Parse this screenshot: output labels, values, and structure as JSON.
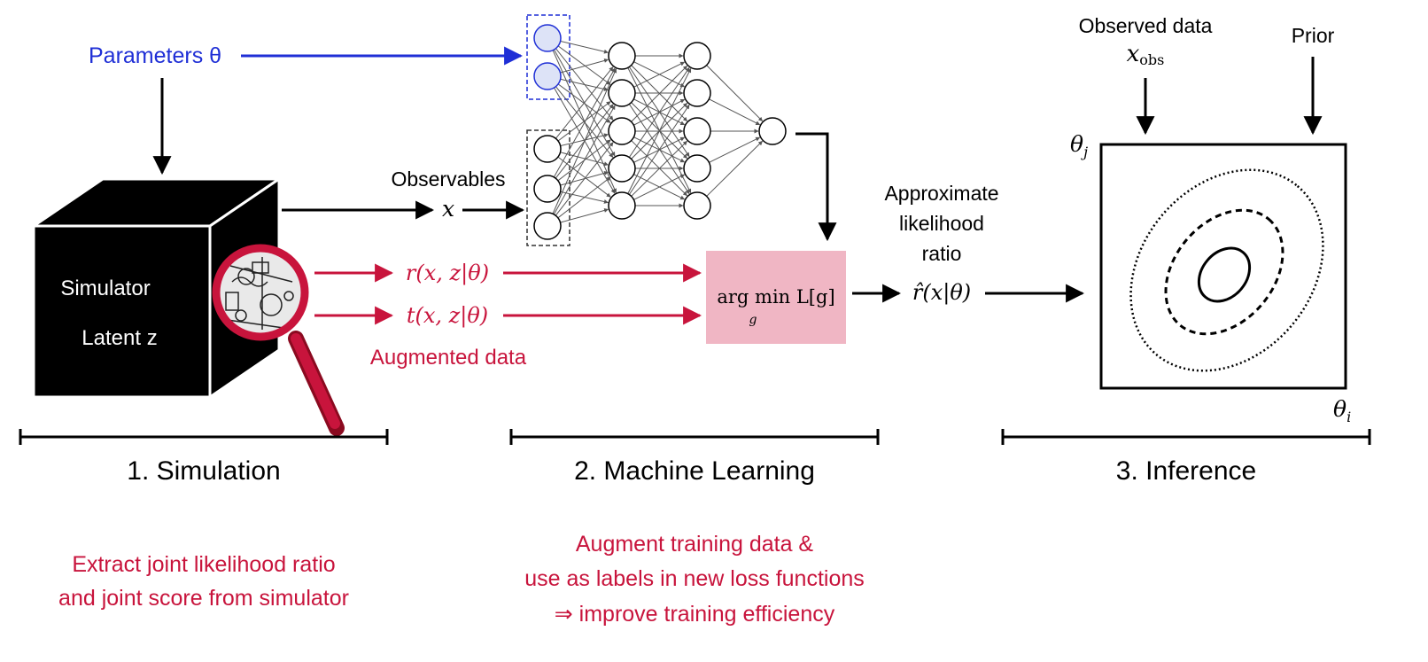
{
  "colors": {
    "blue": "#1f2fd6",
    "red": "#c8143c",
    "black": "#000000",
    "pink_box": "#f0b6c4",
    "node_fill_blue": "#dde3f7"
  },
  "simulation": {
    "parameters_label": "Parameters θ",
    "box_title": "Simulator",
    "box_latent": "Latent z",
    "magnifier_icon": "magnifying-glass-icon"
  },
  "network": {
    "observables_label": "Observables",
    "x_symbol": "x",
    "r_label": "r(x, z|θ)",
    "t_label": "t(x, z|θ)",
    "augmented_label": "Augmented data",
    "loss_box": {
      "argmin": "arg min L[g]",
      "subscript": "g"
    }
  },
  "likelihood": {
    "line1": "Approximate",
    "line2": "likelihood",
    "line3": "ratio",
    "symbol": "r̂(x|θ)"
  },
  "inference": {
    "observed_label": "Observed data",
    "x_obs": "x",
    "x_obs_sub": "obs",
    "prior_label": "Prior",
    "theta_j": "θ",
    "theta_j_sub": "j",
    "theta_i": "θ",
    "theta_i_sub": "i"
  },
  "sections": [
    {
      "label": "1. Simulation"
    },
    {
      "label": "2. Machine Learning"
    },
    {
      "label": "3. Inference"
    }
  ],
  "notes": {
    "simulation": [
      "Extract joint likelihood ratio",
      "and joint score from simulator"
    ],
    "machine_learning": [
      "Augment training data &",
      "use as labels in new loss functions",
      "⇒ improve training efficiency"
    ]
  }
}
